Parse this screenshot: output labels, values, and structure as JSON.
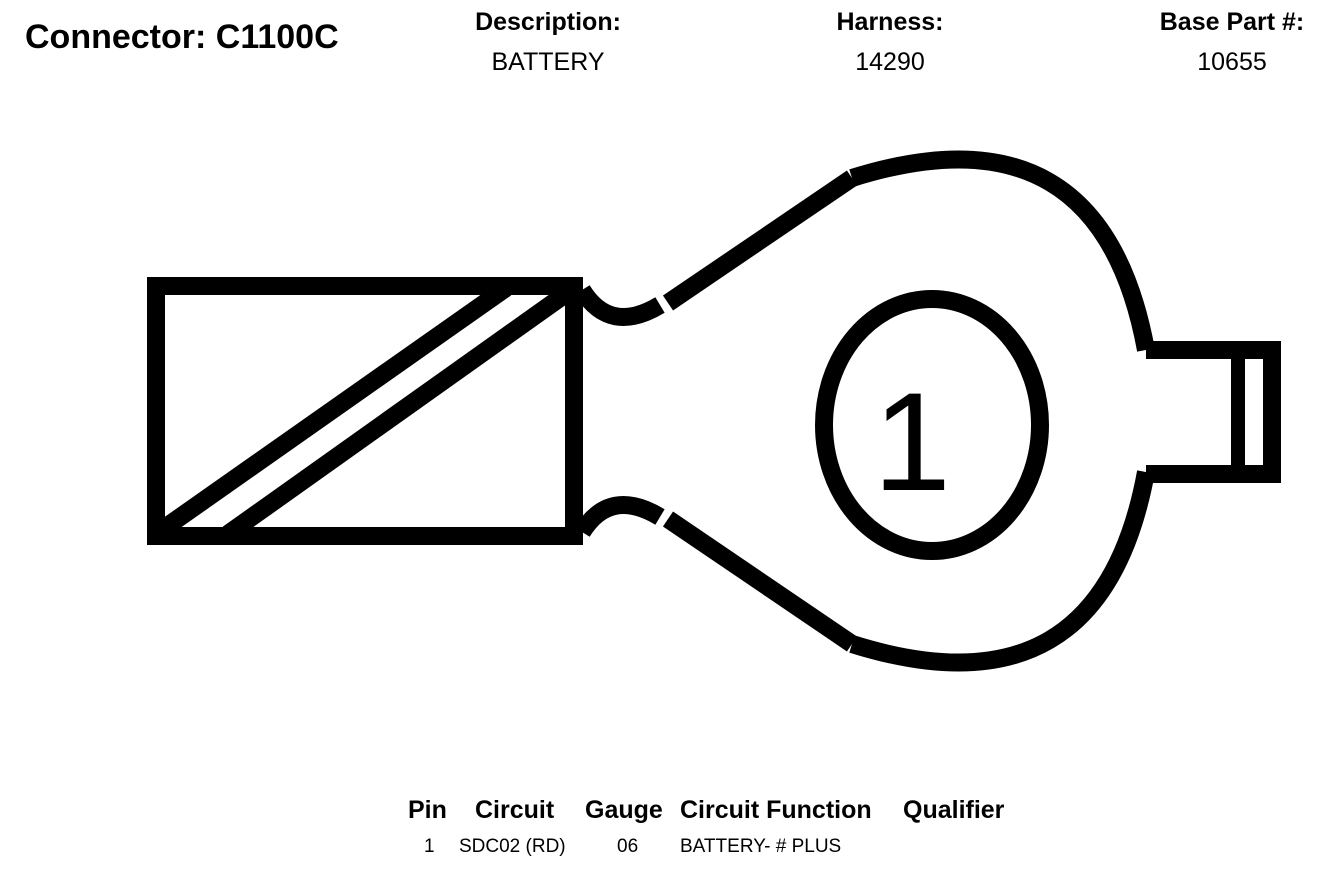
{
  "header": {
    "connector_label": "Connector: C1100C",
    "description_label": "Description:",
    "description_value": "BATTERY",
    "harness_label": "Harness:",
    "harness_value": "14290",
    "base_part_label": "Base Part #:",
    "base_part_value": "10655"
  },
  "diagram": {
    "pin_label": "1",
    "stroke_color": "#000000"
  },
  "pin_table": {
    "headers": {
      "pin": "Pin",
      "circuit": "Circuit",
      "gauge": "Gauge",
      "function": "Circuit Function",
      "qualifier": "Qualifier"
    },
    "rows": [
      {
        "pin": "1",
        "circuit": "SDC02 (RD)",
        "gauge": "06",
        "function": "BATTERY- # PLUS",
        "qualifier": ""
      }
    ]
  }
}
